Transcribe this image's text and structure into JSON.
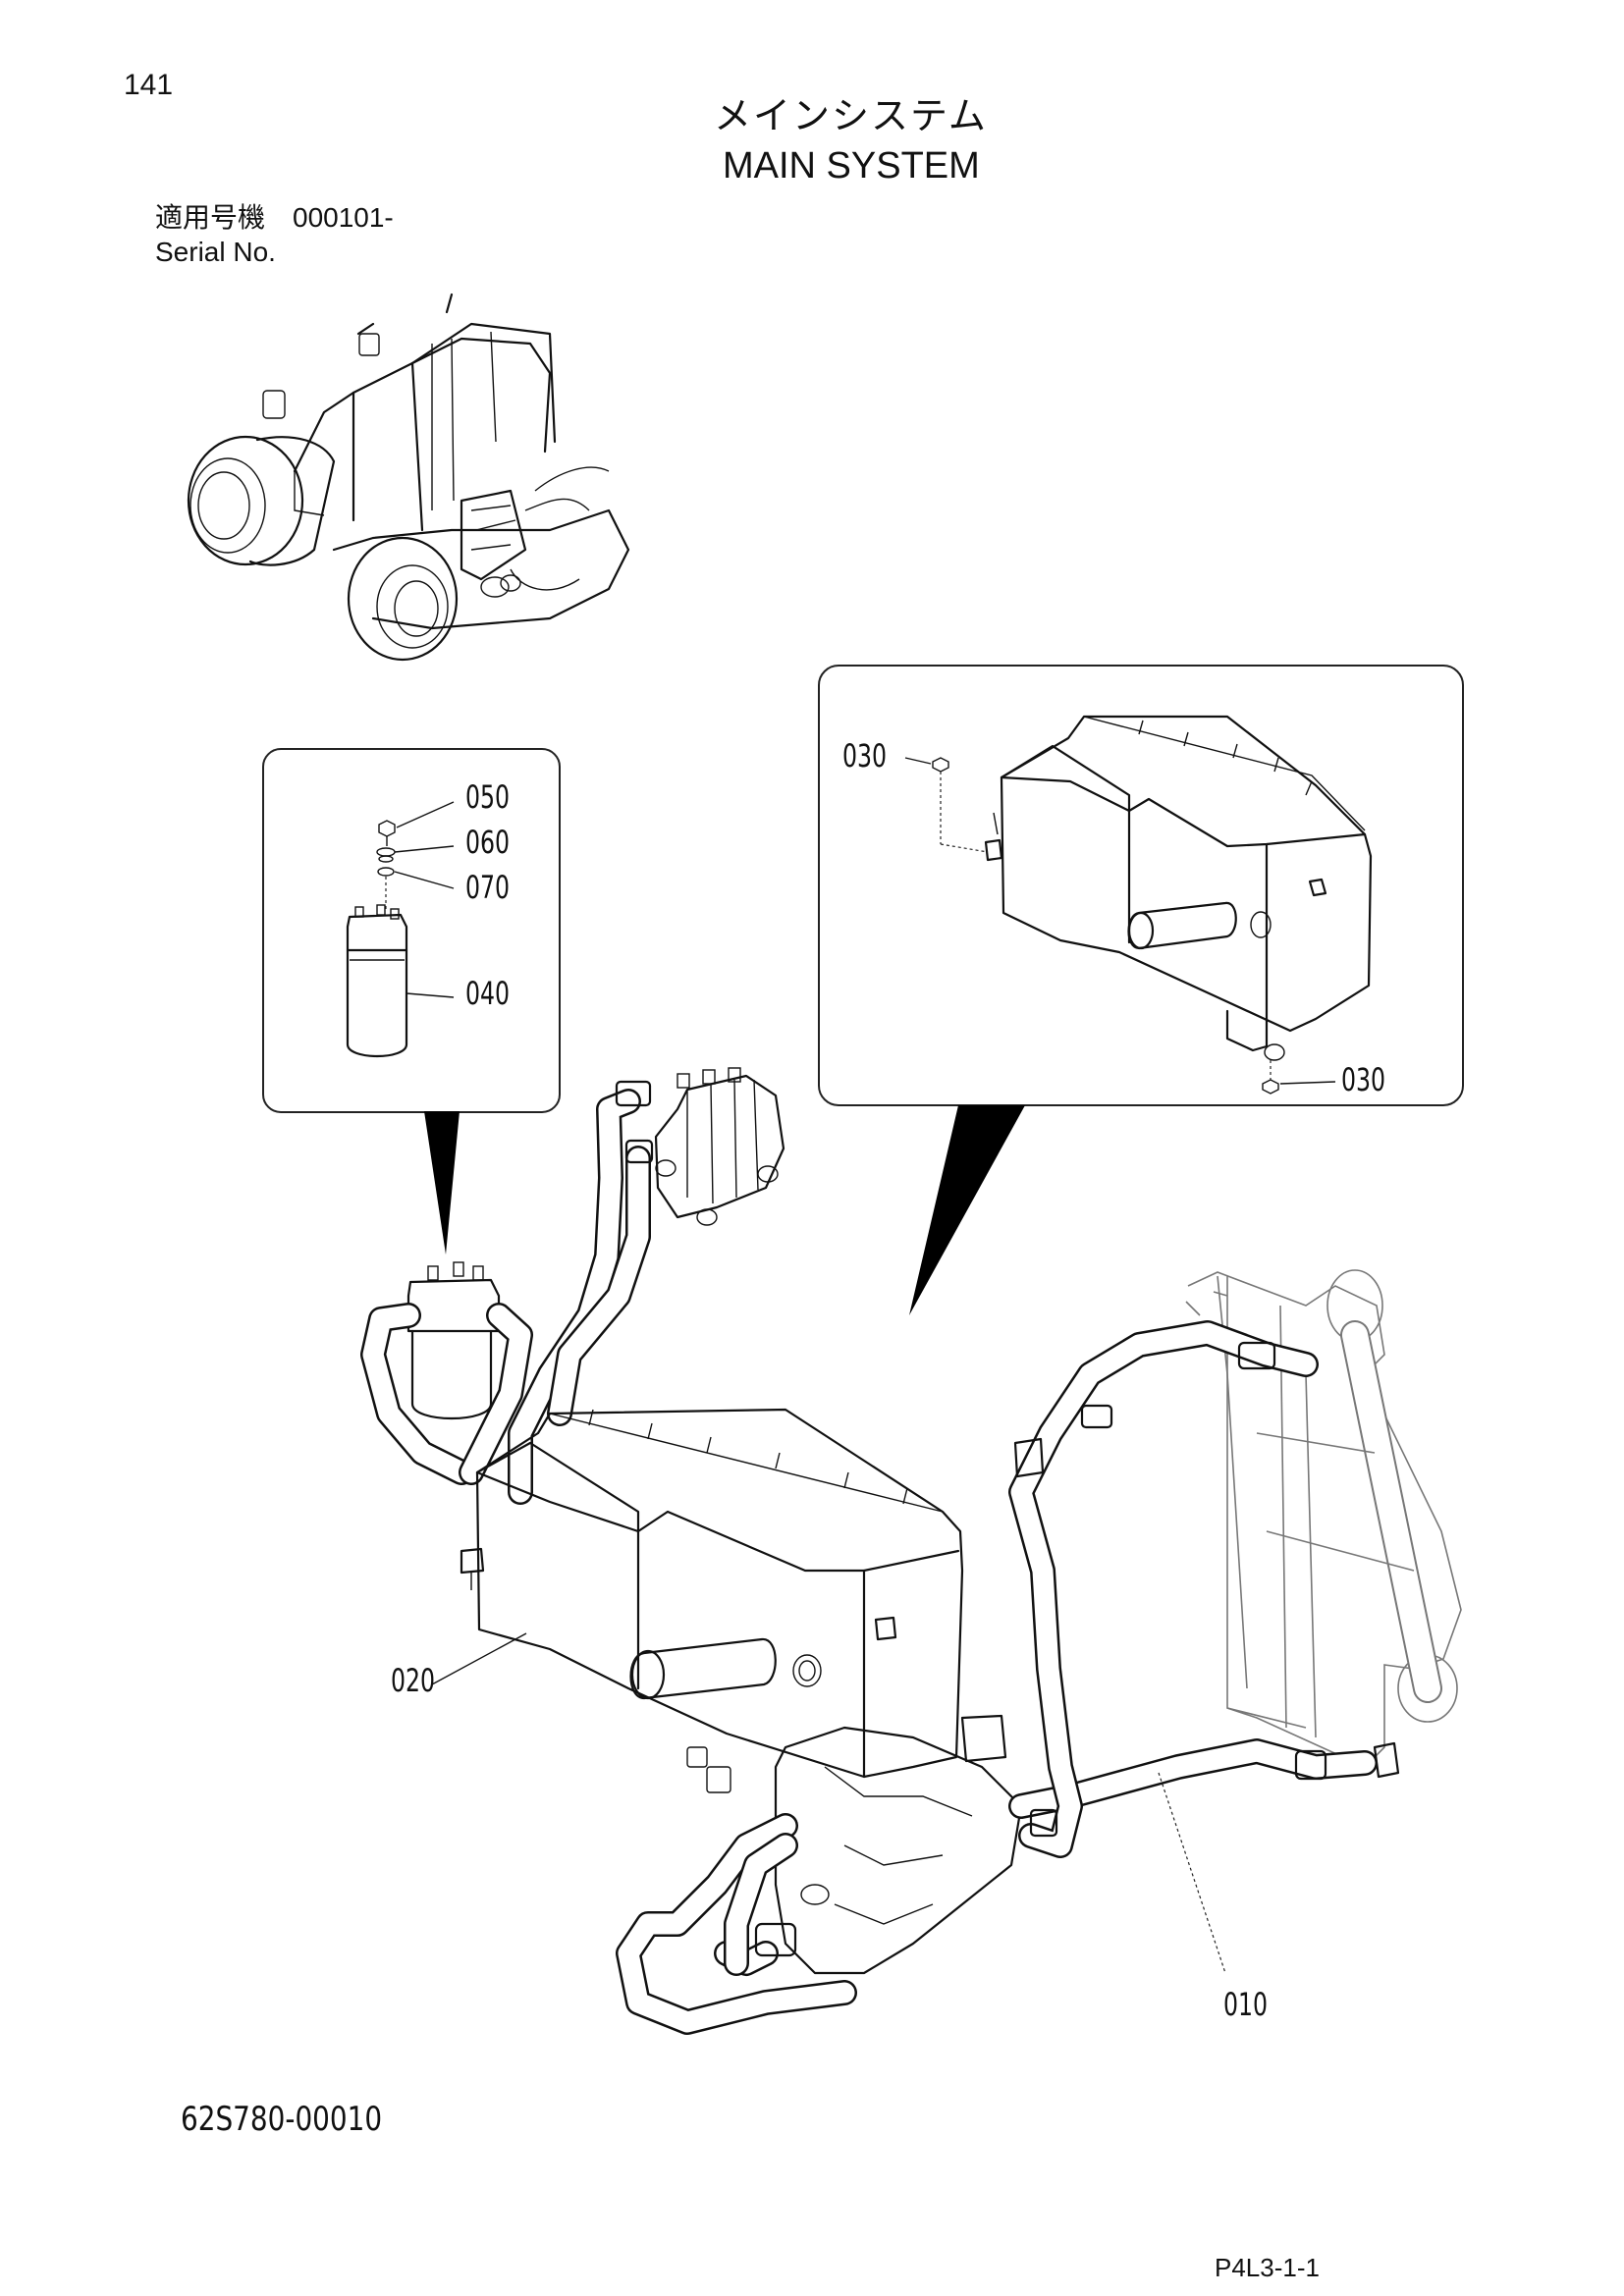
{
  "header": {
    "page_number": "141",
    "title_jp": "メインシステム",
    "title_en": "MAIN SYSTEM",
    "serial_label_jp": "適用号機　000101-",
    "serial_label_en": "Serial No."
  },
  "callouts": {
    "c010": "010",
    "c020": "020",
    "c030_top": "030",
    "c030_bottom": "030",
    "c040": "040",
    "c050": "050",
    "c060": "060",
    "c070": "070"
  },
  "footer": {
    "drawing_code": "62S780-00010",
    "page_code": "P4L3-1-1"
  }
}
